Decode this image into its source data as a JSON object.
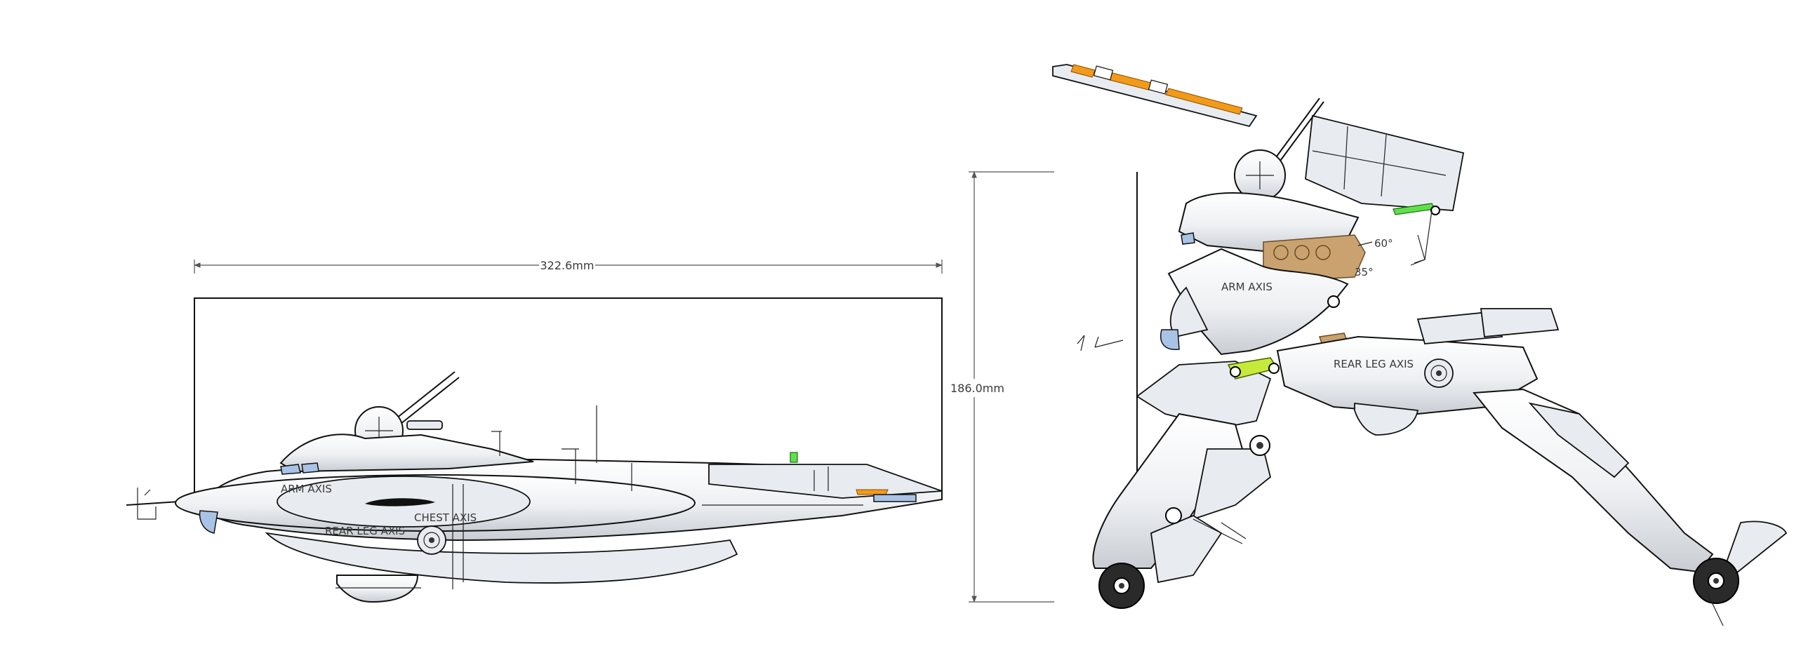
{
  "side_view": {
    "width_dimension": "322.6mm",
    "labels": {
      "arm_axis": "ARM AXIS",
      "chest_axis": "CHEST AXIS",
      "rear_leg_axis": "REAR LEG AXIS"
    }
  },
  "height_dimension": "186.0mm",
  "robot_view": {
    "labels": {
      "arm_axis": "ARM AXIS",
      "rear_leg_axis": "REAR LEG AXIS",
      "angle_60": "60°",
      "angle_35": "35°"
    }
  },
  "colors": {
    "accent_blue": "#a9c3e6",
    "accent_orange": "#f39a1a",
    "accent_green": "#5fe04a",
    "accent_tan": "#c9a270",
    "accent_lime": "#c6ea3a"
  }
}
